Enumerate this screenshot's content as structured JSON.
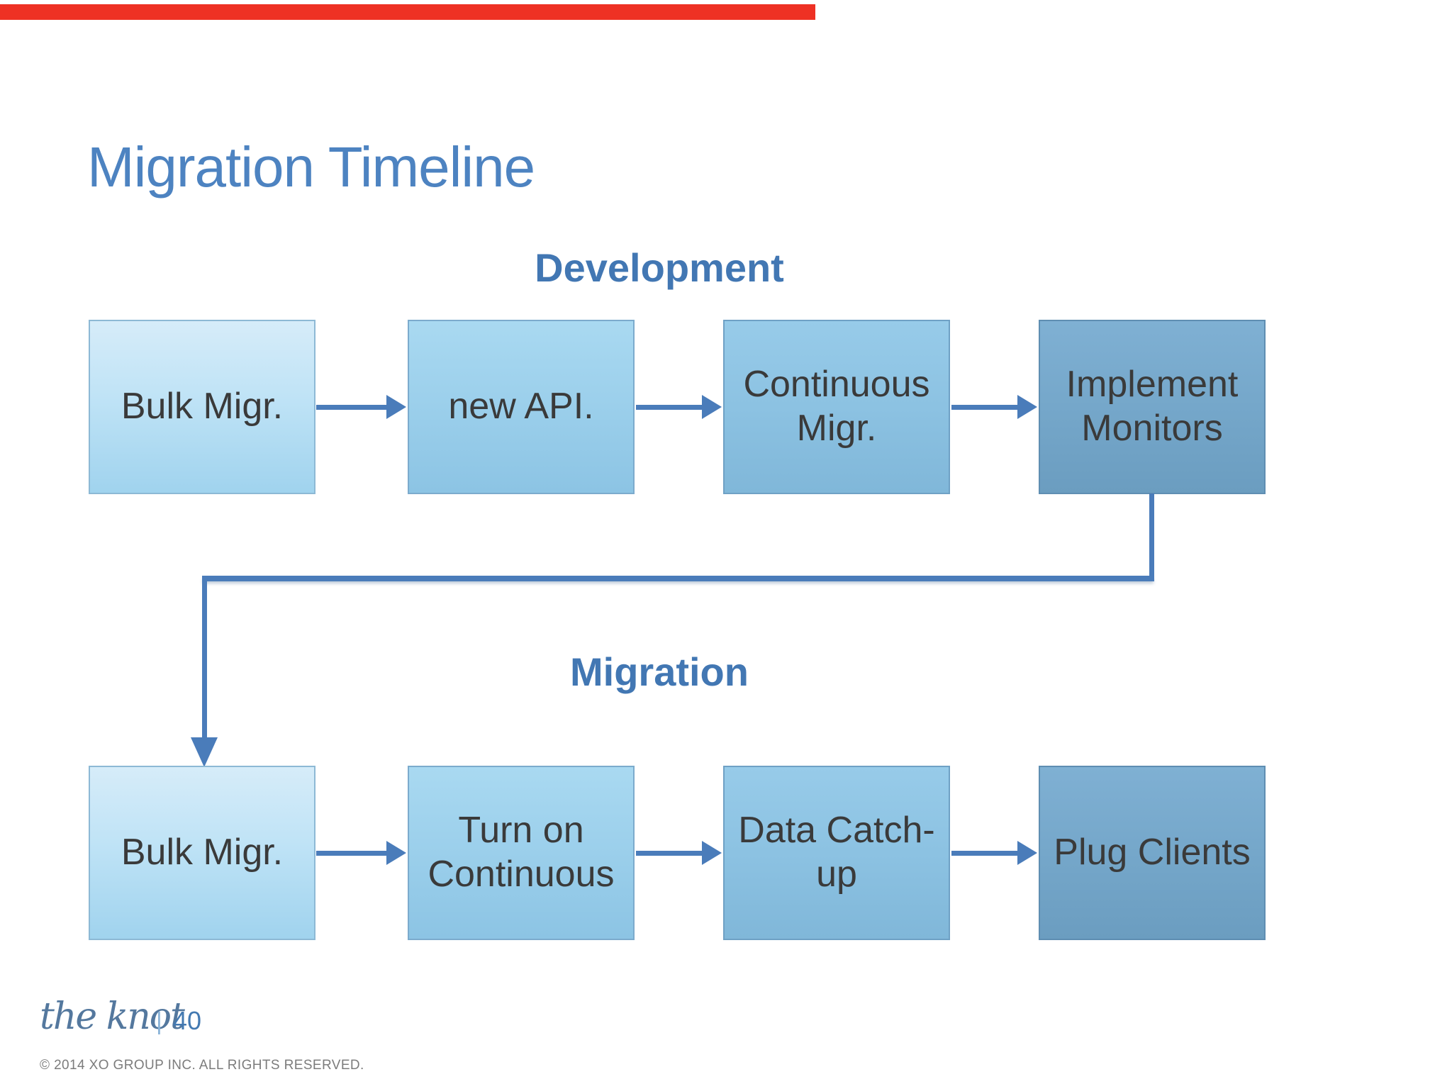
{
  "slide": {
    "title": "Migration Timeline"
  },
  "sections": [
    {
      "id": "development",
      "label": "Development"
    },
    {
      "id": "migration",
      "label": "Migration"
    }
  ],
  "flows": {
    "development": [
      {
        "label": "Bulk Migr."
      },
      {
        "label": "new API."
      },
      {
        "label": "Continuous Migr."
      },
      {
        "label": "Implement Monitors"
      }
    ],
    "migration": [
      {
        "label": "Bulk Migr."
      },
      {
        "label": "Turn on Continuous"
      },
      {
        "label": "Data Catch-up"
      },
      {
        "label": "Plug Clients"
      }
    ]
  },
  "connectors": {
    "development_arrows": 3,
    "migration_arrows": 3,
    "elbow": "Implement Monitors -> Bulk Migr. (row 2)"
  },
  "footer": {
    "logo": "the knot",
    "separator": "|",
    "page_number": "40",
    "copyright": "© 2014 XO GROUP INC. ALL RIGHTS RESERVED."
  },
  "colors": {
    "top_bar_red": "#ee3124",
    "title_blue": "#4d83c1",
    "header_blue": "#4277b3",
    "arrow_blue": "#4a7cba",
    "box_shade_lightest": "#c0e3f6",
    "box_shade_light": "#9bcfeb",
    "box_shade_medium": "#8cc2e2",
    "box_shade_dark": "#75a7ca",
    "box_text": "#3a3a3a",
    "footer_logo_blue": "#54789e",
    "copyright_gray": "#7c7c7c"
  }
}
